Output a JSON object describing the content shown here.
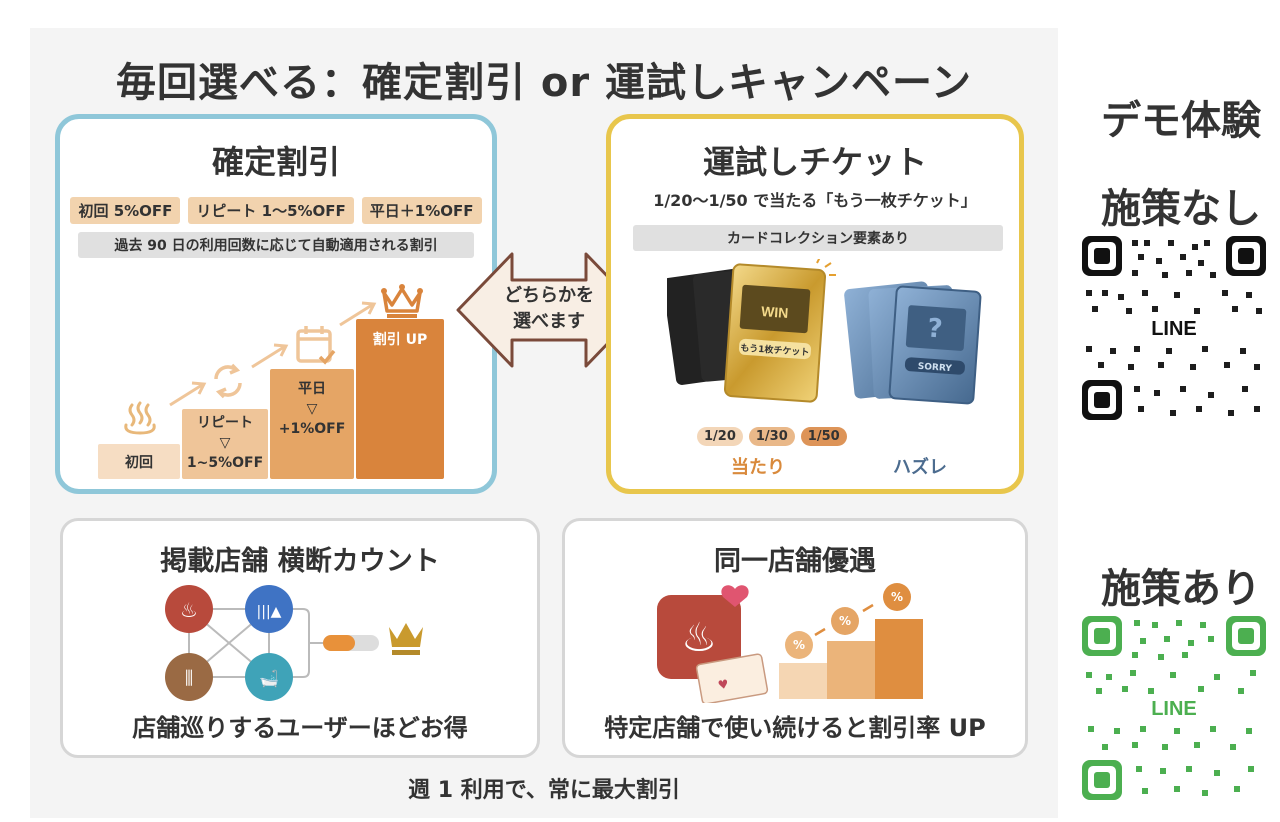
{
  "main": {
    "title": "毎回選べる：確定割引 or 運試しキャンペーン",
    "footer_note": "週 1 利用で、常に最大割引",
    "colors": {
      "panel_bg": "#f4f4f4",
      "fixed_border": "#8fc7d9",
      "luck_border": "#e8c64c",
      "accent_orange": "#d9843c"
    }
  },
  "fixed_discount": {
    "title": "確定割引",
    "chips": [
      "初回 5%OFF",
      "リピート 1〜5%OFF",
      "平日＋1%OFF"
    ],
    "note": "過去 90 日の利用回数に応じて自動適用される割引",
    "steps": [
      {
        "label": "初回",
        "icon": "onsen-icon"
      },
      {
        "label": "リピート",
        "arrow": "▽",
        "value": "1~5%OFF",
        "icon": "repeat-icon"
      },
      {
        "label": "平日",
        "arrow": "▽",
        "value": "+1%OFF",
        "icon": "calendar-check-icon"
      },
      {
        "label": "割引 UP",
        "icon": "crown-icon"
      }
    ]
  },
  "choice": {
    "line1": "どちらかを",
    "line2": "選べます"
  },
  "luck_ticket": {
    "title": "運試しチケット",
    "subtitle": "1/20〜1/50 で当たる「もう一枚チケット」",
    "note": "カードコレクション要素あり",
    "win_card": {
      "badge": "WIN",
      "ticket_text": "もう1枚チケット"
    },
    "lose_card": {
      "badge": "SORRY"
    },
    "odds": [
      "1/20",
      "1/30",
      "1/50"
    ],
    "win_label": "当たり",
    "lose_label": "ハズレ"
  },
  "cross_store": {
    "title": "掲載店舗 横断カウント",
    "footer": "店舗巡りするユーザーほどお得"
  },
  "same_store": {
    "title": "同一店舗優遇",
    "footer": "特定店舗で使い続けると割引率 UP",
    "percent": "%"
  },
  "side": {
    "demo_label": "デモ体験",
    "no_measure_label": "施策なし",
    "with_measure_label": "施策あり",
    "qr_center_text": "LINE",
    "qr_black": "#111111",
    "qr_green": "#4caf50"
  }
}
